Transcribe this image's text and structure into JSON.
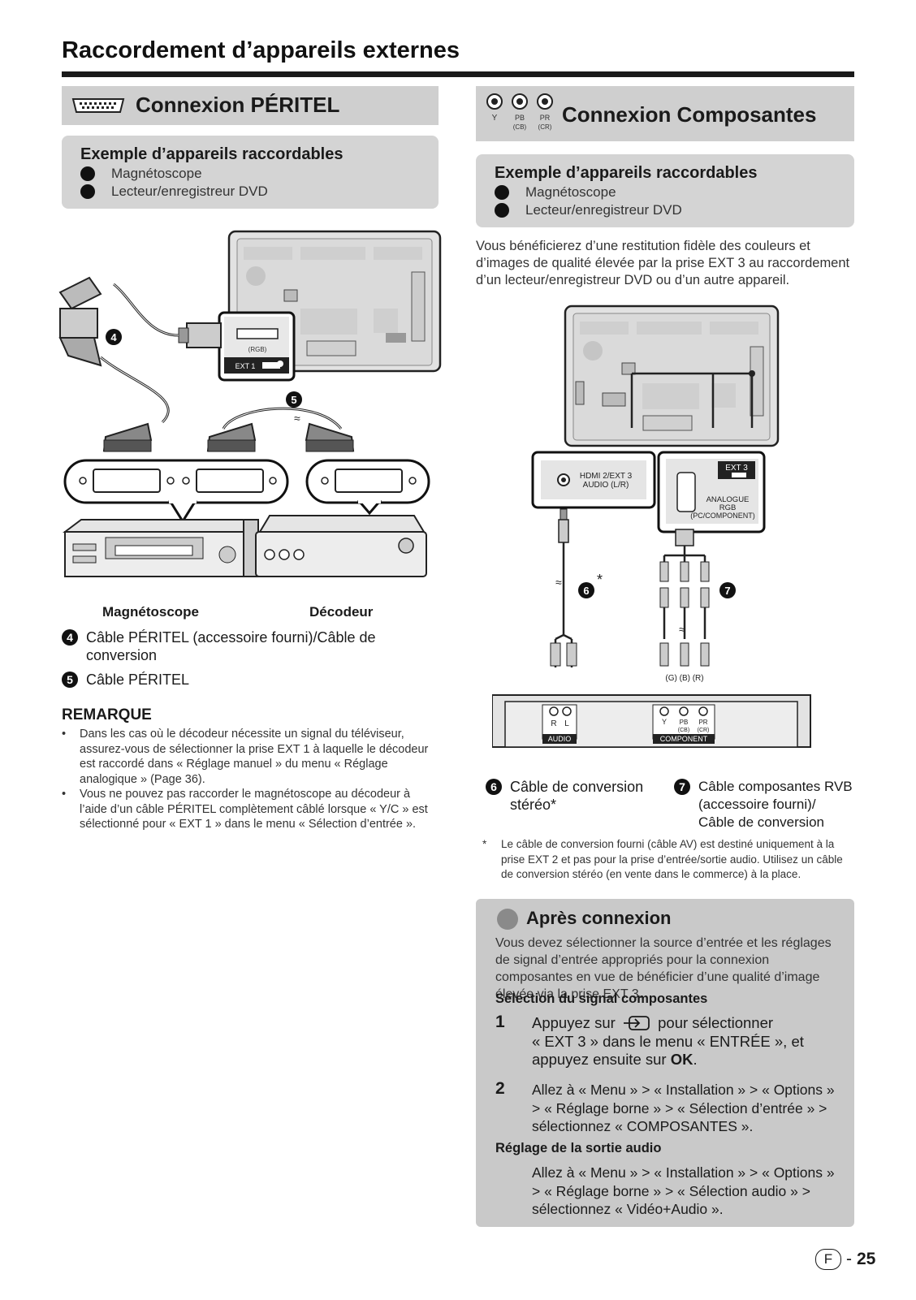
{
  "page_title": "Raccordement d’appareils externes",
  "left": {
    "section_title": "Connexion PÉRITEL",
    "example_box": {
      "title": "Exemple d’appareils raccordables",
      "items": [
        "Magnétoscope",
        "Lecteur/enregistreur DVD"
      ]
    },
    "figure": {
      "rgb_label": "(RGB)",
      "ext_label": "EXT 1",
      "callout_4": "4",
      "callout_5": "5",
      "device_left": "Magnétoscope",
      "device_right": "Décodeur"
    },
    "captions": [
      {
        "num": "4",
        "text": "Câble PÉRITEL (accessoire fourni)/Câble de conversion"
      },
      {
        "num": "5",
        "text": "Câble PÉRITEL"
      }
    ],
    "remark": {
      "title": "REMARQUE",
      "items": [
        "Dans les cas où le décodeur nécessite un signal du téléviseur, assurez-vous de sélectionner la prise EXT 1 à laquelle le décodeur est raccordé dans « Réglage manuel » du menu « Réglage analogique » (Page 36).",
        "Vous ne pouvez pas raccorder le magnétoscope au décodeur à l’aide d’un câble PÉRITEL complètement câblé lorsque « Y/C » est sélectionné pour « EXT 1 » dans le menu « Sélection d’entrée »."
      ]
    }
  },
  "right": {
    "section_title": "Connexion Composantes",
    "jack_labels": {
      "y": "Y",
      "pb": "PB",
      "pr": "PR",
      "cb": "(CB)",
      "cr": "(CR)"
    },
    "example_box": {
      "title": "Exemple d’appareils raccordables",
      "items": [
        "Magnétoscope",
        "Lecteur/enregistreur DVD"
      ]
    },
    "intro": "Vous bénéficierez d’une restitution fidèle des couleurs et d’images de qualité élevée par la prise EXT 3 au raccordement d’un lecteur/enregistreur DVD ou d’un autre appareil.",
    "figure": {
      "hdmi_label_1": "HDMI 2/EXT 3",
      "hdmi_label_2": "AUDIO (L/R)",
      "ext3_label": "EXT 3",
      "analogue": "ANALOGUE",
      "rgb": "RGB",
      "pc_component": "(PC/COMPONENT)",
      "callout_6": "6",
      "callout_7": "7",
      "asterisk": "*",
      "gbr_labels": "(G)  (B)  (R)",
      "r_label": "R",
      "l_label": "L",
      "audio_label": "AUDIO",
      "component_label": "COMPONENT",
      "comp_y": "Y",
      "comp_pb": "PB",
      "comp_pr": "PR",
      "comp_cb": "(CB)",
      "comp_cr": "(CR)"
    },
    "captions": [
      {
        "num": "6",
        "text": "Câble de conversion stéréo*"
      },
      {
        "num": "7",
        "text": "Câble composantes RVB (accessoire fourni)/ Câble de conversion"
      }
    ],
    "footnote_mark": "*",
    "footnote": "Le câble de conversion fourni (câble AV) est destiné uniquement à la prise EXT 2 et pas pour la prise d’entrée/sortie audio. Utilisez un câble de conversion stéréo (en vente dans le commerce) à la place.",
    "after": {
      "title": "Après connexion",
      "text": "Vous devez sélectionner la source d’entrée et les réglages de signal d’entrée appropriés pour la connexion composantes en vue de bénéficier d’une qualité d’image élevée via la prise EXT 3.",
      "sub1": "Sélection du signal composantes",
      "step1_num": "1",
      "step1_a": "Appuyez sur",
      "step1_b": "pour sélectionner",
      "step1_c": "« EXT 3 » dans le menu « ENTRÉE », et",
      "step1_d": "appuyez ensuite sur",
      "step1_ok": "OK",
      "step1_end": ".",
      "step2_num": "2",
      "step2": "Allez à « Menu » > « Installation » > « Options » > « Réglage borne » > « Sélection d’entrée » > sélectionnez « COMPOSANTES ».",
      "sub2": "Réglage de la sortie audio",
      "step3": "Allez à « Menu » > « Installation » > « Options » > « Réglage borne » > « Sélection audio » > sélectionnez « Vidéo+Audio »."
    }
  },
  "footer": {
    "lang": "F",
    "dash": "-",
    "page": "25"
  }
}
